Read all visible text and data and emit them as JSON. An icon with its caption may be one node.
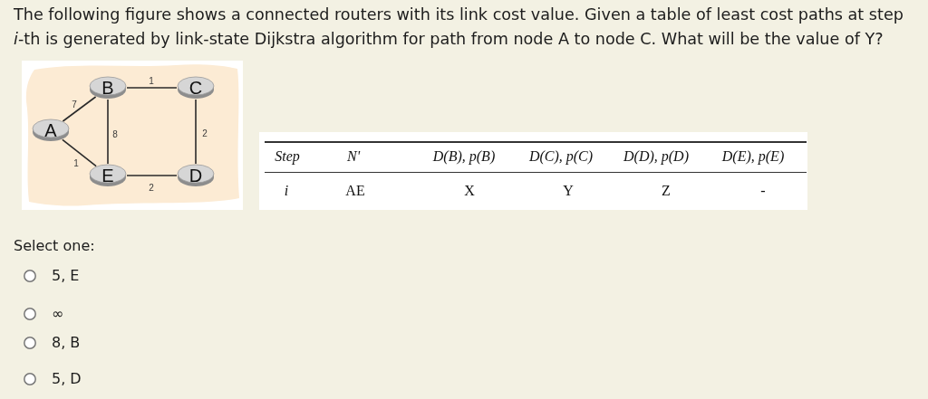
{
  "diagram": {
    "title": "The following figure shows a connected routers with its link cost value. Given a table of least cost paths at step *i*-th is generated by link-state Dijkstra algorithm for path from node A to node C. What will be the value of Y?",
    "nodes": [
      {
        "text": [
          "B"
        ]
      },
      {
        "text": [
          "C"
        ]
      },
      {
        "text": [
          "A"
        ]
      },
      {
        "text": [
          "E"
        ]
      },
      {
        "text": [
          "D"
        ]
      }
    ],
    "edges": [
      {
        "from": 2,
        "to": 0,
        "arrow": "none",
        "label": "7"
      },
      {
        "from": 0,
        "to": 1,
        "arrow": "none",
        "label": "1"
      },
      {
        "from": 0,
        "to": 3,
        "arrow": "none",
        "label": "8"
      },
      {
        "from": 1,
        "to": 4,
        "arrow": "none",
        "label": "2"
      },
      {
        "from": 2,
        "to": 3,
        "arrow": "none",
        "label": "1"
      },
      {
        "from": 3,
        "to": 4,
        "arrow": "none",
        "label": "2"
      }
    ],
    "labels": [
      "Step",
      "N'",
      "D(B), p(B)",
      "D(C), p(C)",
      "D(D), p(D)",
      "D(E), p(E)",
      "i",
      "AE",
      "X",
      "Y",
      "Z",
      "-",
      "Select one:",
      "5, E",
      "∞",
      "8, B",
      "5, D"
    ]
  }
}
